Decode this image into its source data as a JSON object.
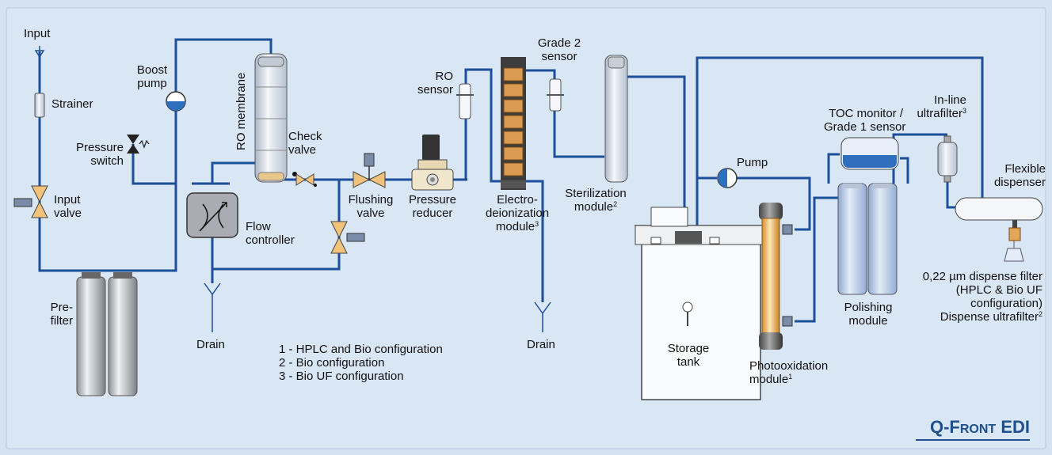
{
  "labels": {
    "input": "Input",
    "strainer": "Strainer",
    "boost_pump_1": "Boost",
    "boost_pump_2": "pump",
    "pressure_switch_1": "Pressure",
    "pressure_switch_2": "switch",
    "input_valve_1": "Input",
    "input_valve_2": "valve",
    "prefilter_1": "Pre-",
    "prefilter_2": "filter",
    "ro_membrane": "RO membrane",
    "check_valve_1": "Check",
    "check_valve_2": "valve",
    "flow_controller_1": "Flow",
    "flow_controller_2": "controller",
    "drain_left": "Drain",
    "flushing_valve_1": "Flushing",
    "flushing_valve_2": "valve",
    "pressure_reducer_1": "Pressure",
    "pressure_reducer_2": "reducer",
    "ro_sensor_1": "RO",
    "ro_sensor_2": "sensor",
    "edi_1": "Electro-",
    "edi_2": "deionization",
    "edi_3": "module",
    "edi_sup": "3",
    "grade2_1": "Grade 2",
    "grade2_2": "sensor",
    "drain_mid": "Drain",
    "sterilization_1": "Sterilization",
    "sterilization_2": "module",
    "sterilization_sup": "2",
    "storage_1": "Storage",
    "storage_2": "tank",
    "pump": "Pump",
    "photo_1": "Photooxidation",
    "photo_2": "module",
    "photo_sup": "1",
    "toc_1": "TOC monitor /",
    "toc_2": "Grade 1 sensor",
    "polishing_1": "Polishing",
    "polishing_2": "module",
    "inline_1": "In-line",
    "inline_2": "ultrafilter",
    "inline_sup": "3",
    "flex_1": "Flexible",
    "flex_2": "dispenser",
    "dispense_1": "0,22 µm dispense filter",
    "dispense_2": "(HPLC & Bio UF",
    "dispense_3": "configuration)",
    "dispense_4": "Dispense ultrafilter",
    "dispense_sup": "2"
  },
  "notes": [
    "1 - HPLC and Bio configuration",
    "2 - Bio configuration",
    "3 - Bio UF configuration"
  ],
  "brand": {
    "big1": "Q-F",
    "small": "RONT",
    "big2": " EDI"
  },
  "colors": {
    "pipe": "#1d4f9a",
    "background": "#d4e2f2",
    "brand": "#1f4f8c"
  }
}
